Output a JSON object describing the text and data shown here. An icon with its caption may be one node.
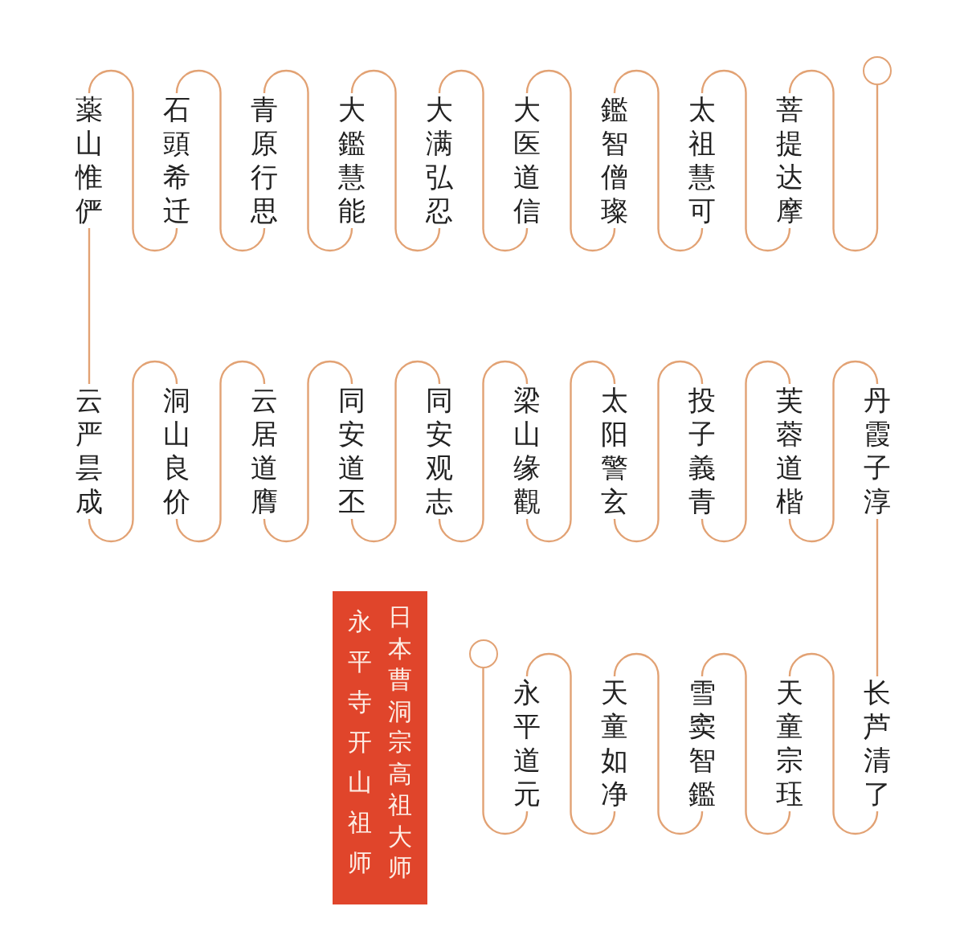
{
  "diagram": {
    "nodes": [
      {
        "text": [],
        "shape": "circle"
      },
      {
        "text": [
          "菩提达摩"
        ]
      },
      {
        "text": [
          "太祖慧可"
        ]
      },
      {
        "text": [
          "鑑智僧璨"
        ]
      },
      {
        "text": [
          "大医道信"
        ]
      },
      {
        "text": [
          "大满弘忍"
        ]
      },
      {
        "text": [
          "大鑑慧能"
        ]
      },
      {
        "text": [
          "青原行思"
        ]
      },
      {
        "text": [
          "石頭希迁"
        ]
      },
      {
        "text": [
          "薬山惟俨"
        ]
      },
      {
        "text": [
          "云严昙成"
        ]
      },
      {
        "text": [
          "洞山良价"
        ]
      },
      {
        "text": [
          "云居道膺"
        ]
      },
      {
        "text": [
          "同安道丕"
        ]
      },
      {
        "text": [
          "同安观志"
        ]
      },
      {
        "text": [
          "梁山缘觀"
        ]
      },
      {
        "text": [
          "太阳警玄"
        ]
      },
      {
        "text": [
          "投子義青"
        ]
      },
      {
        "text": [
          "芙蓉道楷"
        ]
      },
      {
        "text": [
          "丹霞子淳"
        ]
      },
      {
        "text": [
          "长芦清了"
        ]
      },
      {
        "text": [
          "天童宗珏"
        ]
      },
      {
        "text": [
          "雪窦智鑑"
        ]
      },
      {
        "text": [
          "天童如净"
        ]
      },
      {
        "text": [
          "永平道元"
        ]
      },
      {
        "text": [],
        "shape": "circle"
      },
      {
        "text": [
          "永平寺开山祖师",
          "日本曹洞宗高祖大师"
        ]
      }
    ],
    "edges": [
      {
        "from": 0,
        "to": 1,
        "arrow": "none"
      },
      {
        "from": 1,
        "to": 2,
        "arrow": "none"
      },
      {
        "from": 2,
        "to": 3,
        "arrow": "none"
      },
      {
        "from": 3,
        "to": 4,
        "arrow": "none"
      },
      {
        "from": 4,
        "to": 5,
        "arrow": "none"
      },
      {
        "from": 5,
        "to": 6,
        "arrow": "none"
      },
      {
        "from": 6,
        "to": 7,
        "arrow": "none"
      },
      {
        "from": 7,
        "to": 8,
        "arrow": "none"
      },
      {
        "from": 8,
        "to": 9,
        "arrow": "none"
      },
      {
        "from": 9,
        "to": 10,
        "arrow": "none"
      },
      {
        "from": 10,
        "to": 11,
        "arrow": "none"
      },
      {
        "from": 11,
        "to": 12,
        "arrow": "none"
      },
      {
        "from": 12,
        "to": 13,
        "arrow": "none"
      },
      {
        "from": 13,
        "to": 14,
        "arrow": "none"
      },
      {
        "from": 14,
        "to": 15,
        "arrow": "none"
      },
      {
        "from": 15,
        "to": 16,
        "arrow": "none"
      },
      {
        "from": 16,
        "to": 17,
        "arrow": "none"
      },
      {
        "from": 17,
        "to": 18,
        "arrow": "none"
      },
      {
        "from": 18,
        "to": 19,
        "arrow": "none"
      },
      {
        "from": 19,
        "to": 20,
        "arrow": "none"
      },
      {
        "from": 20,
        "to": 21,
        "arrow": "none"
      },
      {
        "from": 21,
        "to": 22,
        "arrow": "none"
      },
      {
        "from": 22,
        "to": 23,
        "arrow": "none"
      },
      {
        "from": 23,
        "to": 24,
        "arrow": "none"
      },
      {
        "from": 24,
        "to": 25,
        "arrow": "none"
      }
    ]
  }
}
